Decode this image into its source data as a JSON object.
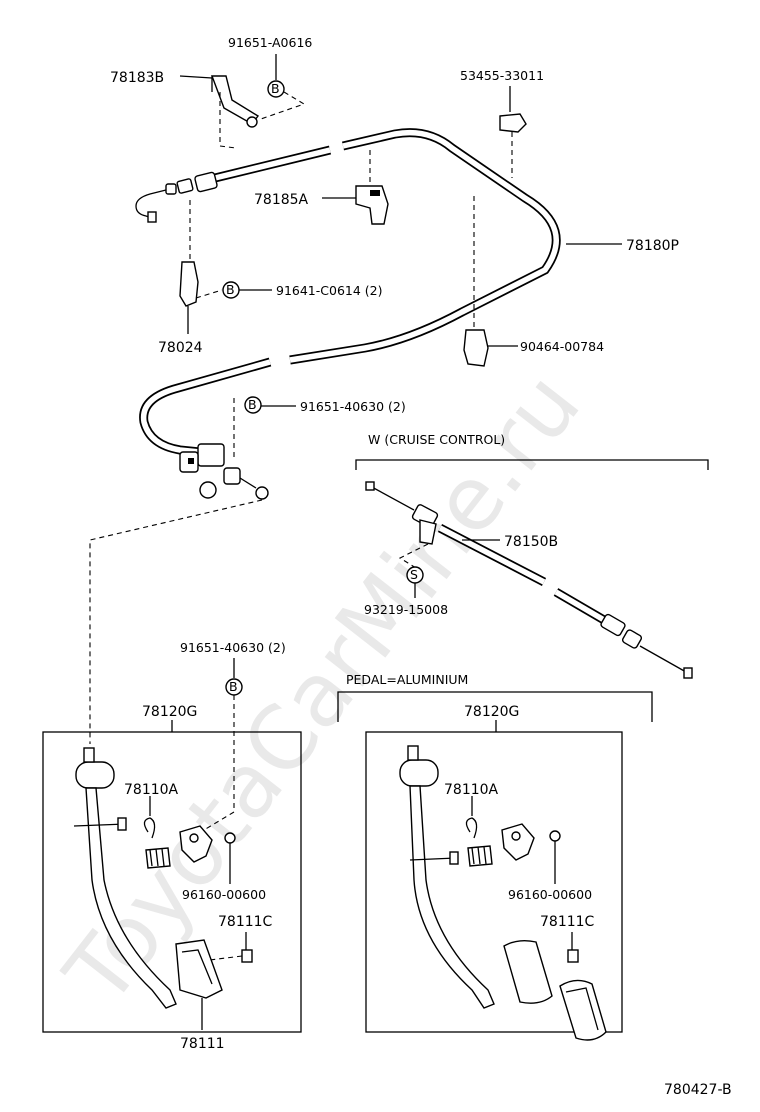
{
  "watermark": "ToyotaCarMine.ru",
  "diagram_id": "780427-B",
  "sections": {
    "cruise": "W (CRUISE CONTROL)",
    "pedal_aluminium": "PEDAL=ALUMINIUM"
  },
  "circle_marks": {
    "bolt": "B",
    "screw": "S"
  },
  "parts": {
    "p_91651_A0616": "91651-A0616",
    "p_78183B": "78183B",
    "p_53455_33011": "53455-33011",
    "p_78185A": "78185A",
    "p_78180P": "78180P",
    "p_91641_C0614": "91641-C0614 (2)",
    "p_78024": "78024",
    "p_90464_00784": "90464-00784",
    "p_91651_40630_a": "91651-40630 (2)",
    "p_78150B": "78150B",
    "p_93219_15008": "93219-15008",
    "p_91651_40630_b": "91651-40630 (2)",
    "p_78120G_left": "78120G",
    "p_78110A_left": "78110A",
    "p_96160_00600_left": "96160-00600",
    "p_78111C_left": "78111C",
    "p_78111": "78111",
    "p_78120G_right": "78120G",
    "p_78110A_right": "78110A",
    "p_96160_00600_right": "96160-00600",
    "p_78111C_right": "78111C"
  }
}
